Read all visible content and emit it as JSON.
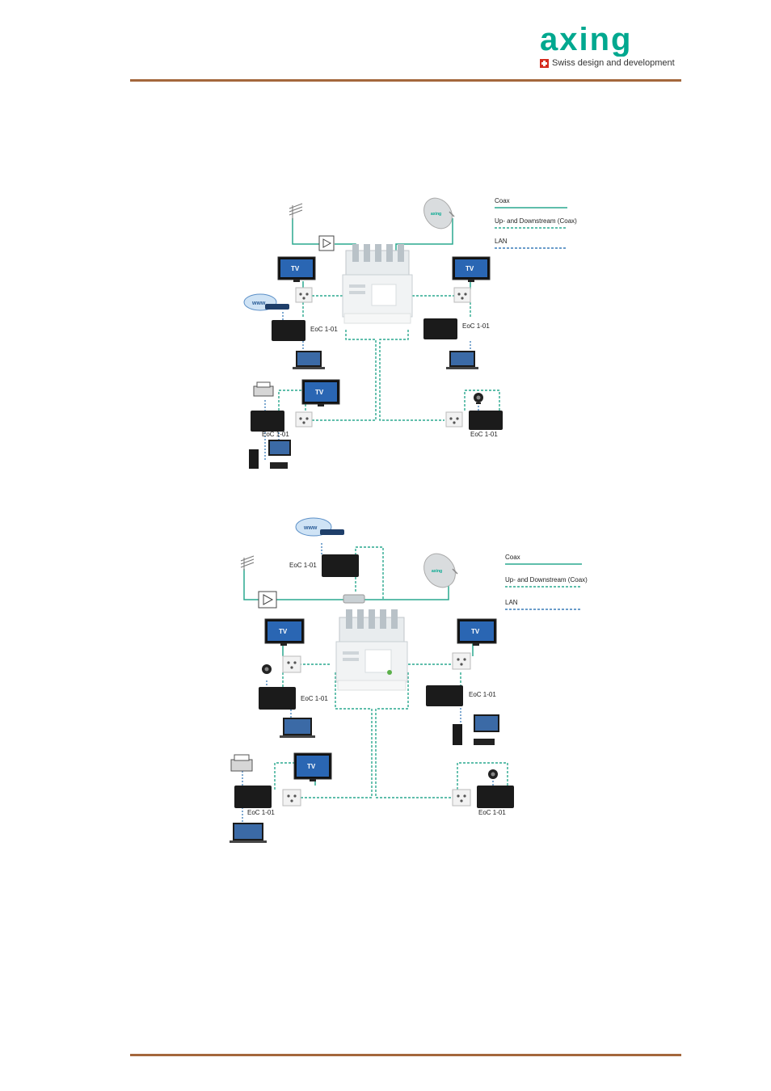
{
  "header": {
    "brand": "axing",
    "tagline": "Swiss design and development",
    "brand_color": "#00a88f",
    "rule_color": "#a4673c"
  },
  "legend": {
    "coax": "Coax",
    "updown": "Up- and Downstream (Coax)",
    "lan": "LAN"
  },
  "colors": {
    "coax": "#2aa98f",
    "updown": "#2aa98f",
    "lan": "#3a7bb8"
  },
  "device": {
    "eoc": "EoC 1-01",
    "tv": "TV",
    "www": "www",
    "dish_brand": "axing"
  }
}
